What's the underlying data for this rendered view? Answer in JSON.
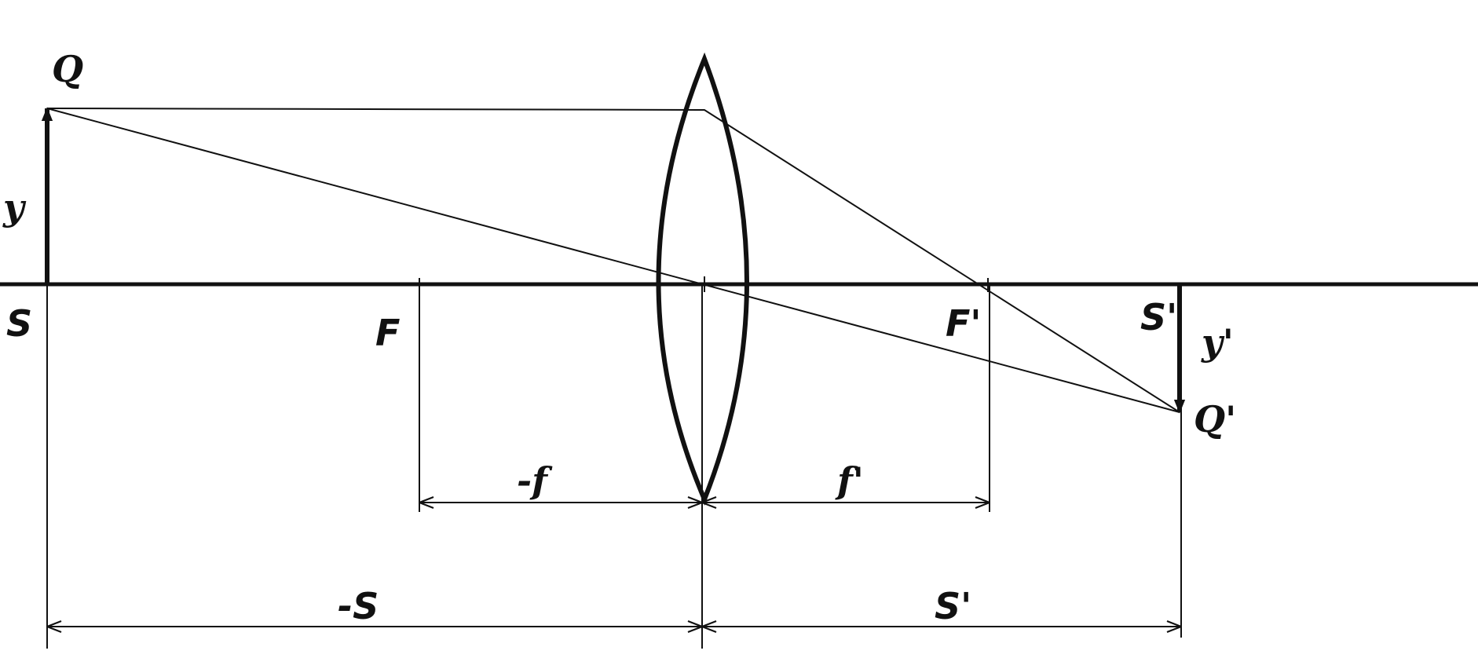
{
  "labels": {
    "object_point": "Q",
    "object_height": "y",
    "object_base": "S",
    "front_focus": "F",
    "back_focus": "F'",
    "image_base": "S'",
    "image_height": "y'",
    "image_point": "Q'",
    "front_focal_length": "-f",
    "back_focal_length": "f'",
    "object_distance": "-S",
    "image_distance": "S'"
  },
  "colors": {
    "ink": "#111111",
    "background": "#ffffff"
  }
}
